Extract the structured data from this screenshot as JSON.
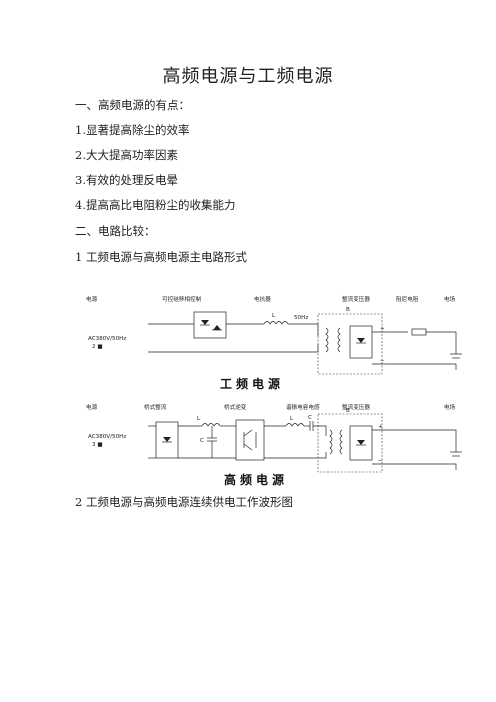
{
  "title": "高频电源与工频电源",
  "section1": {
    "heading": "一、高频电源的有点：",
    "items": [
      "1.显著提高除尘的效率",
      "2.大大提高功率因素",
      "3.有效的处理反电晕",
      "4.提高高比电阻粉尘的收集能力"
    ]
  },
  "section2": {
    "heading": "二、电路比较：",
    "item1": "1 工频电源与高频电源主电路形式",
    "item2": "2 工频电源与高频电源连续供电工作波形图"
  },
  "diagram1": {
    "labels": [
      "电源",
      "可控硅移相控制",
      "电抗器",
      "整流变压器",
      "阻尼电阻",
      "电场"
    ],
    "source": "AC380V/50Hz",
    "phase": "2 ■",
    "inductor": "L",
    "freq": "50Hz",
    "transformer": "B",
    "caption": "工频电源"
  },
  "diagram2": {
    "labels": [
      "电源",
      "桥式整流",
      "桥式逆变",
      "谐振电容电感",
      "整流变压器",
      "电场"
    ],
    "source": "AC380V/50Hz",
    "phase": "3 ■",
    "inductor1": "L",
    "capacitor1": "C",
    "inductor2": "L",
    "capacitor2": "C",
    "transformer": "B",
    "caption": "高频电源"
  }
}
